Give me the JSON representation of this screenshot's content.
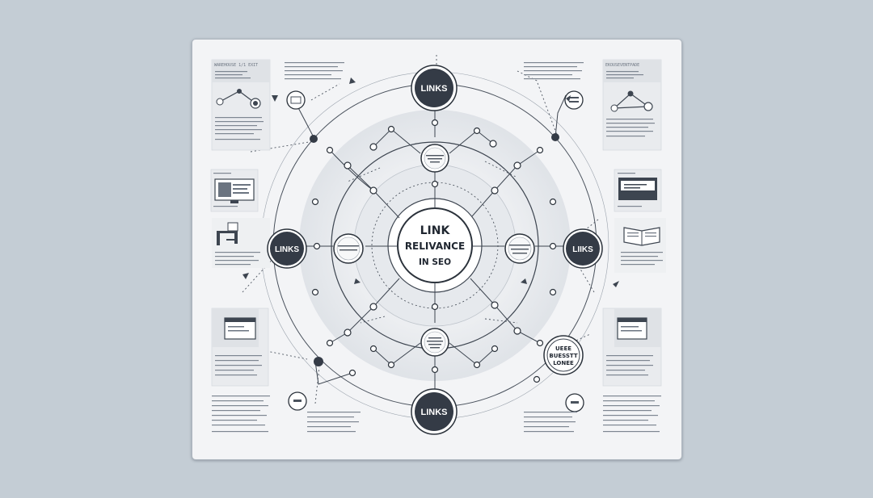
{
  "center": {
    "line1": "LINK",
    "line2": "RELIVANCE",
    "line3": "IN SEO"
  },
  "nodes": {
    "top": "LINKS",
    "left": "LINKS",
    "right": "LIIKS",
    "bottom": "LINKS"
  },
  "badge": {
    "line1": "UEEE",
    "line2": "BUESSTT",
    "line3": "LONEE"
  },
  "cards": {
    "top_left_title": "WAREHOUSE 1/1 EXIT",
    "top_right_title": "EKOUSEVENTPADE"
  },
  "colors": {
    "background": "#c4cdd5",
    "board": "#f3f4f6",
    "node_dark": "#343b46",
    "line": "#3d4550",
    "ring": "#dfe2e6"
  }
}
